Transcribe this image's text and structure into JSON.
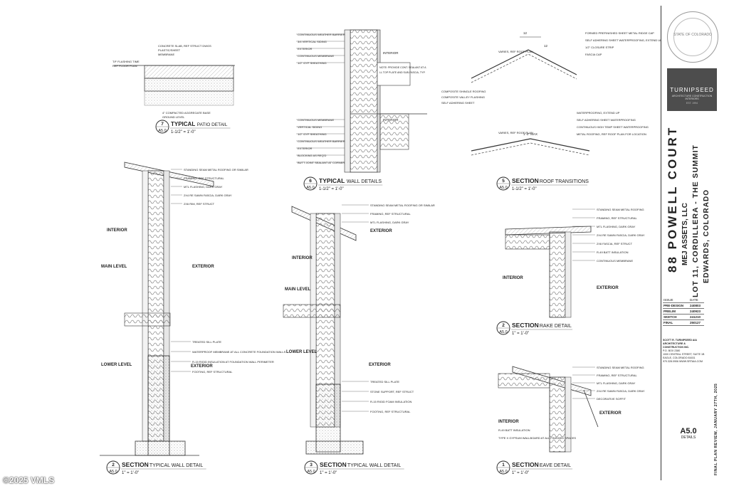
{
  "details": {
    "patio": {
      "num": "7",
      "sheet": "A5.0",
      "type": "TYPICAL",
      "title": "PATIO DETAIL",
      "scale": "1-1/2\" = 1'-0\"",
      "notes": [
        "CONCRETE SLAB, REF STRUCT DWGS",
        "PLASTIC/SHEET",
        "MEMBRANE",
        "4\" COMPACTED AGGREGATE BASE",
        "GROUND LEVEL"
      ],
      "left_notes": [
        "T/F FLASHING TIME",
        "REF FLOOR PLAN"
      ]
    },
    "wall": {
      "num": "6",
      "sheet": "A5.0",
      "type": "TYPICAL",
      "title": "WALL DETAILS",
      "scale": "1-1/2\" = 1'-0\"",
      "notes_top": [
        "CONTINUOUS WEATHER BARRIER",
        "3/4 VERTICAL SIDING",
        "EXTERIOR",
        "CONTINUOUS MEMBRANE",
        "1/2\" GYP SHEATHING"
      ],
      "notes_bottom": [
        "CONTINUOUS MEMBRANE",
        "VERTICAL SIDING",
        "1/2\" GYP SHEATHING",
        "CONTINUOUS WEATHER BARRIER",
        "EXTERIOR",
        "BLOCKING AS REQ'D",
        "BUTT JOINT SEALANT AT CORNER"
      ],
      "labels": [
        "INTERIOR",
        "INTERIOR"
      ],
      "callout": "NOTE: PROVIDE CONT. SEALANT AT ALL TOP PLATE AND SUB-FASCIA, TYP."
    },
    "roof": {
      "num": "5",
      "sheet": "A5.0",
      "type": "SECTION",
      "title": "ROOF TRANSITIONS",
      "scale": "1-1/2\" = 1'-0\"",
      "notes_upper": [
        "FORMED PREFINISHED SHEET METAL RIDGE CAP",
        "SELF ADHERING SHEET WATERPROOFING, EXTEND UP ROOF 18\" MIN.",
        "1/2\" CLOSURE STRIP",
        "FASCIA CAP"
      ],
      "notes_lower": [
        "COMPOSITE SHINGLE ROOFING",
        "COMPOSITE VALLEY FLASHING",
        "SELF ADHERING SHEET",
        "WATERPROOFING, EXTEND UP",
        "SELF ADHERING SHEET WATERPROOFING",
        "CONTINUOUS HIGH TEMP SHEET WATERPROOFING",
        "METAL ROOFING, REF ROOF PLAN FOR LOCATION"
      ],
      "dims": [
        "12",
        "12",
        "1'-0\" MAX"
      ],
      "labels": [
        "VARIES, REF ROOF PLAN",
        "VARIES, REF ROOF PLAN"
      ]
    },
    "section_a": {
      "num": "2",
      "sheet": "A5.0",
      "type": "SECTION",
      "title": "TYPICAL WALL DETAIL",
      "scale": "1\" = 1'-0\"",
      "labels": [
        "INTERIOR",
        "MAIN LEVEL",
        "EXTERIOR",
        "LOWER LEVEL",
        "EXTERIOR"
      ],
      "notes": [
        "STANDING SEAM METAL ROOFING OR SIMILAR",
        "FRAMING, REF STRUCTURAL",
        "MTL FLASHING, DARK GRAY",
        "2X4 RE SAWN FASCIA, DARK GRAY",
        "2X6 RIM, REF STRUCT",
        "TREATED SILL PLATE",
        "WATERPROOF MEMBRANE AT ALL CONCRETE FOUNDATION WALLS",
        "R-15 RIGID INSULATION AT FOUNDATION WALL PERIMETER",
        "FOOTING, REF STRUCTURAL"
      ]
    },
    "section_b": {
      "num": "3",
      "sheet": "A5.0",
      "type": "SECTION",
      "title": "TYPICAL WALL DETAIL",
      "scale": "1\" = 1'-0\"",
      "labels": [
        "EXTERIOR",
        "INTERIOR",
        "MAIN LEVEL",
        "LOWER LEVEL",
        "EXTERIOR"
      ],
      "notes": [
        "STANDING SEAM METAL ROOFING OR SIMILAR",
        "FRAMING, REF STRUCTURAL",
        "MTL FLASHING, DARK GRAY",
        "TREATED SILL PLATE",
        "STONE SUPPORT, REF STRUCT",
        "R-15 RIGID FOAM INSULATION",
        "FOOTING, REF STRUCTURAL"
      ]
    },
    "rake": {
      "num": "2",
      "sheet": "A5.0",
      "type": "SECTION",
      "title": "RAKE DETAIL",
      "scale": "1\" = 1'-0\"",
      "labels": [
        "INTERIOR",
        "EXTERIOR"
      ],
      "notes": [
        "STANDING SEAM METAL ROOFING",
        "FRAMING, REF STRUCTURAL",
        "MTL FLASHING, DARK GRAY",
        "2X4 RE SAWN FASCIA, DARK GRAY",
        "2X6 FASCIA, REF STRUCT",
        "R-49 BATT INSULATION",
        "CONTINUOUS MEMBRANE"
      ]
    },
    "eave": {
      "num": "1",
      "sheet": "A5.0",
      "type": "SECTION",
      "title": "EAVE DETAIL",
      "scale": "1\" = 1'-0\"",
      "labels": [
        "INTERIOR",
        "EXTERIOR"
      ],
      "notes": [
        "STANDING SEAM METAL ROOFING",
        "FRAMING, REF STRUCTURAL",
        "MTL FLASHING, DARK GRAY",
        "2X4 RE SAWN FASCIA, DARK GRAY",
        "DECORATIVE SOFFIT",
        "R-49 BATT INSULATION",
        "TYPE X GYPSUM WALLBOARD AT ALL FINISHED SPACES"
      ]
    }
  },
  "title_block": {
    "seal_text": "STATE OF COLORADO",
    "firm_logo": "TURNIPSEED",
    "firm_sub": "ARCHITECTURE CONSTRUCTION INTERIORS",
    "firm_est": "EST. 1994",
    "project_name": "88 POWELL COURT",
    "owner": "MEJ ASSETS, LLC",
    "lot": "LOT 11, CORDILLERA - THE SUMMIT",
    "location": "EDWARDS, COLORADO",
    "issue_header": [
      "ISSUE",
      "DATE"
    ],
    "issues": [
      [
        "PRE-DESIGN",
        "240803"
      ],
      [
        "PRELIM",
        "240923"
      ],
      [
        "SKETCH",
        "241210"
      ],
      [
        "FINAL",
        "250127"
      ]
    ],
    "firm_name": "SCOTT R. TURNIPSEED AIA ARCHITECTURE & CONSTRUCTION INC.",
    "firm_address": [
      "P.O. BOX 2380",
      "1000 CENTRAL STREET, SUITE 1B",
      "EAGLE, COLORADO 81631",
      "970.328.0906 WWW.SRTAIA.COM"
    ],
    "sheet_number": "A5.0",
    "sheet_name": "DETAILS",
    "review_note": "FINAL PLAN REVIEW, JANUARY 27TH, 2025"
  },
  "watermark": "©2025 VMLS"
}
